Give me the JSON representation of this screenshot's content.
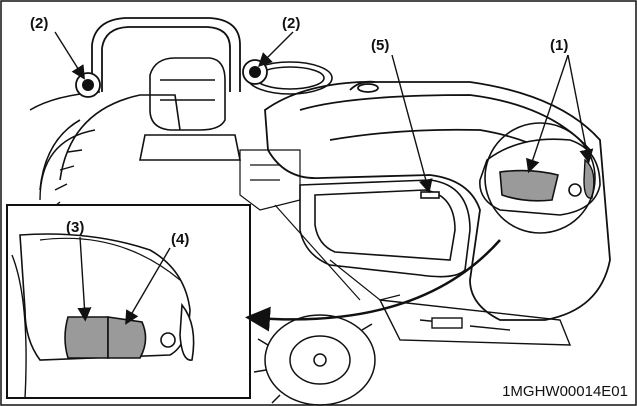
{
  "figure": {
    "callouts": {
      "c1": "(1)",
      "c2a": "(2)",
      "c2b": "(2)",
      "c3": "(3)",
      "c4": "(4)",
      "c5": "(5)"
    },
    "code": "1MGHW00014E01"
  },
  "colors": {
    "line": "#111111",
    "lens_fill": "#9a9a9a",
    "background": "#ffffff"
  }
}
